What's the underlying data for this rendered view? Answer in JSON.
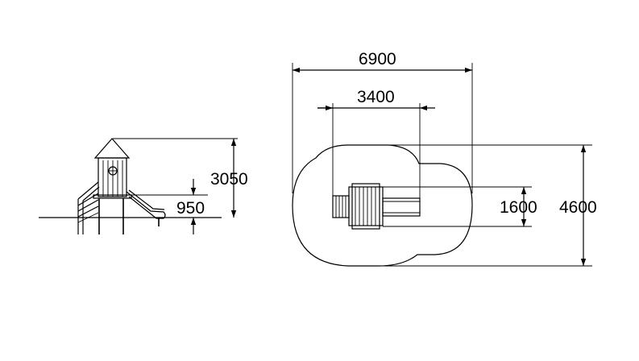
{
  "side_view": {
    "height_label": "3050",
    "platform_label": "950"
  },
  "top_view": {
    "total_length_label": "6900",
    "equipment_length_label": "3400",
    "equipment_width_label": "1600",
    "total_width_label": "4600"
  }
}
